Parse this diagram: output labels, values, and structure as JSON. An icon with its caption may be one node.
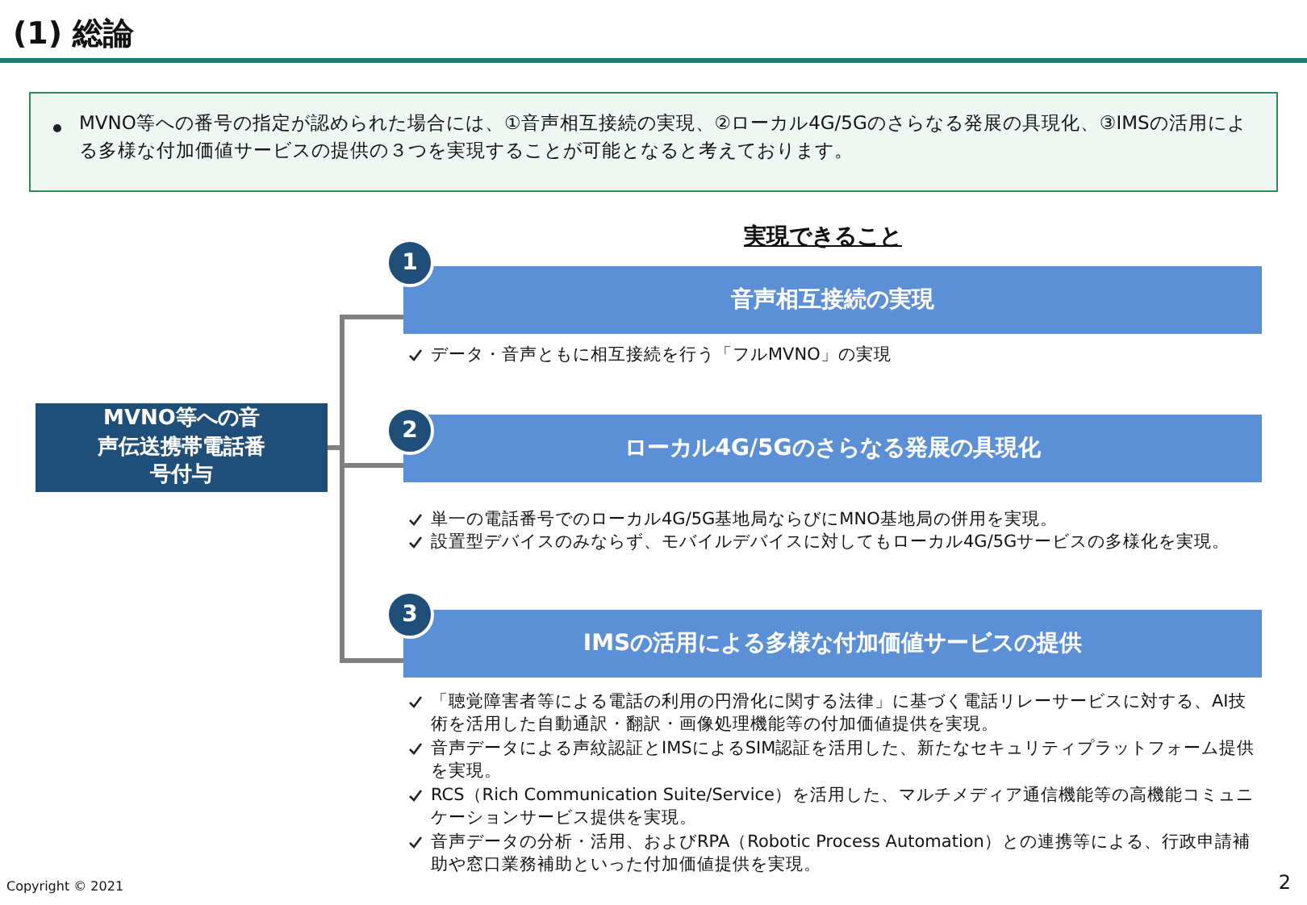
{
  "diagram": {
    "title": "(1) 総論",
    "nodes": [
      {
        "text": [
          "MVNO等への音声伝送携帯電話番号付与"
        ]
      },
      {
        "text": [
          "音声相互接続の実現"
        ],
        "beside": [
          "データ・音声ともに相互接続を行う「フルMVNO」の実現"
        ]
      },
      {
        "text": [
          "1"
        ]
      },
      {
        "text": [
          "ローカル4G/5Gのさらなる発展の具現化"
        ],
        "beside": [
          "単一の電話番号でのローカル4G/5G基地局ならびにMNO基地局の併用を実現。",
          "設置型デバイスのみならず、モバイルデバイスに対してもローカル4G/5Gサービスの多様化を実現。"
        ]
      },
      {
        "text": [
          "2"
        ]
      },
      {
        "text": [
          "IMSの活用による多様な付加価値サービスの提供"
        ],
        "beside": [
          "「聴覚障害者等による電話の利用の円滑化に関する法律」に基づく電話リレーサービスに対する、AI技術を活用した自動通訳・翻訳・画像処理機能等の付加価値提供を実現。",
          "音声データによる声紋認証とIMSによるSIM認証を活用した、新たなセキュリティプラットフォーム提供を実現。",
          "RCS（Rich Communication Suite/Service）を活用した、マルチメディア通信機能等の高機能コミュニケーションサービス提供を実現。",
          "音声データの分析・活用、およびRPA（Robotic Process Automation）との連携等による、行政申請補助や窓口業務補助といった付加価値提供を実現。"
        ]
      },
      {
        "text": [
          "3"
        ]
      }
    ],
    "edges": [
      {
        "from": 0,
        "to": 1,
        "arrow": "none"
      },
      {
        "from": 0,
        "to": 3,
        "arrow": "none"
      },
      {
        "from": 0,
        "to": 5,
        "arrow": "none"
      }
    ],
    "labels": [
      "MVNO等への番号の指定が認められた場合には、①音声相互接続の実現、②ローカル4G/5Gのさらなる発展の具現化、③IMSの活用による多様な付加価値サービスの提供の３つを実現することが可能となると考えております。",
      "実現できること",
      "Copyright © 2021",
      "2"
    ]
  }
}
